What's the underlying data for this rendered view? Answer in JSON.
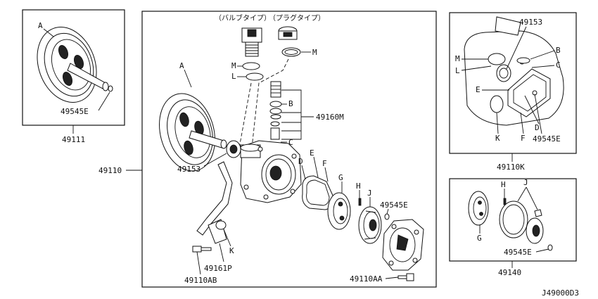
{
  "diagram_code": "J49000D3",
  "top_panel": {
    "variant_valve": "（バルブタイプ）",
    "variant_plug": "（プラグタイプ）"
  },
  "left_panel": {
    "assembly_number": "49111",
    "labels": {
      "pulley": "A",
      "part_49545e": "49545E"
    }
  },
  "main_panel": {
    "assembly_number": "49110",
    "labels": {
      "pulley": "A",
      "seal_49153": "49153",
      "valve_set": "49160M",
      "bracket": "49161P",
      "bolt_ab": "49110AB",
      "bolt_aa": "49110AA",
      "part_49545e": "49545E",
      "m1": "M",
      "l1": "L",
      "m2": "M",
      "b": "B",
      "c": "C",
      "d": "D",
      "e": "E",
      "f": "F",
      "g": "G",
      "h": "H",
      "j": "J",
      "k": "K"
    }
  },
  "detail_k": {
    "assembly_number": "49110K",
    "labels": {
      "seal": "49153",
      "m": "M",
      "l": "L",
      "b": "B",
      "c": "C",
      "e": "E",
      "d": "D",
      "k": "K",
      "f": "F",
      "part_49545e": "49545E"
    }
  },
  "detail_140": {
    "assembly_number": "49140",
    "labels": {
      "h": "H",
      "j": "J",
      "g": "G",
      "part_49545e": "49545E"
    }
  }
}
